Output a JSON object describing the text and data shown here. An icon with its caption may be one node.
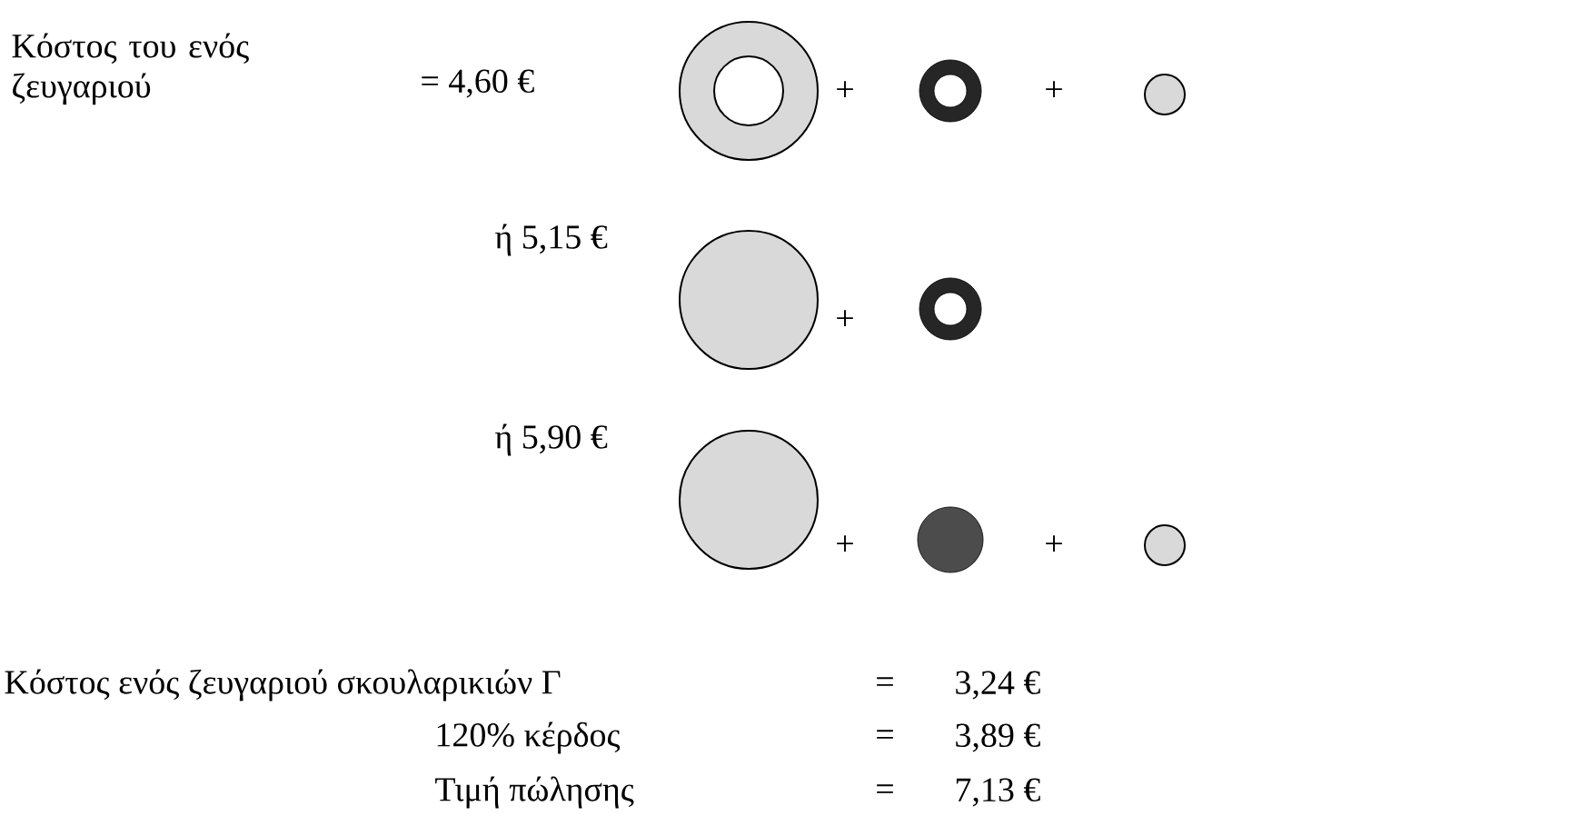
{
  "diagram": {
    "labels": [
      "Κόστος του ενός ζευγαριού",
      "= 4,60 €",
      "+",
      "+",
      "ή 5,15 €",
      "+",
      "ή 5,90 €",
      "+",
      "+",
      "Κόστος ενός ζευγαριού σκουλαρικιών Γ",
      "=",
      "3,24 €",
      "120% κέρδος",
      "=",
      "3,89 €",
      "Τιμή πώλησης",
      "=",
      "7,13 €"
    ]
  }
}
